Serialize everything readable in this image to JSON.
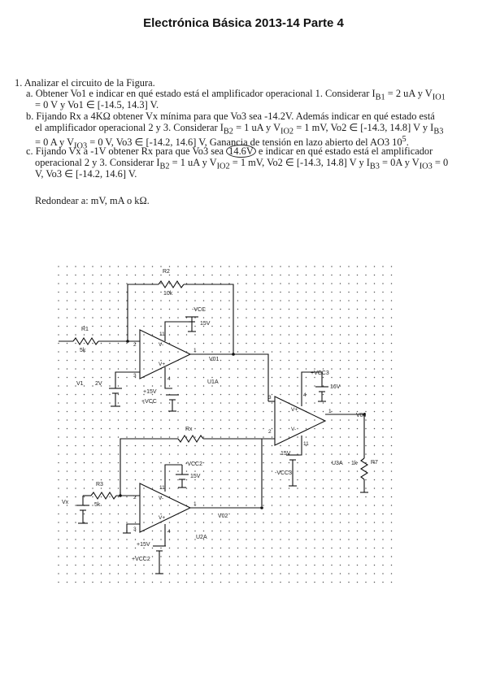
{
  "header": {
    "title": "Electrónica Básica 2013-14 Parte 4"
  },
  "problem": {
    "intro": "1.  Analizar el circuito de la Figura.",
    "a_line1": "a. Obtener Vo1 e indicar en qué estado está el amplificador operacional 1. Considerar I",
    "a_line2": "= 0 V y Vo1 ∈ [-14.5, 14.3] V.",
    "b_line1": "b. Fijando Rx a 4KΩ obtener  Vx mínima para que Vo3 sea -14.2V. Además  indicar en qué estado está",
    "b_line2": "el amplificador  operacional 2 y 3. Considerar I",
    "b_line3": "= 0 A y V",
    "c_line1": "c. Fijando Vx a -1V obtener  Rx para que Vo3 sea",
    "c_line2": "operacional 2 y 3. Considerar I",
    "c_line3": "V, Vo3 ∈ [-14.2, 14.6] V.",
    "rounding": "Redondear a: mV,  mA o kΩ."
  },
  "circuit": {
    "r2": "R2",
    "r2_val": "10k",
    "r1": "R1",
    "r1_val": "5k",
    "r3": "R3",
    "r3_val": "5k",
    "rx": "Rx",
    "r7": "R7",
    "r7_val": "1k",
    "v1": "V1",
    "v1_val": "2V",
    "vx": "Vx",
    "u1": "U1A",
    "u2": "U2A",
    "u3": "U3A",
    "vo1": "V01",
    "vo2": "V02",
    "vo3": "V03",
    "vcc_neg": "-VCC",
    "vcc_pos": "+VCC",
    "v15": "15V",
    "p15v": "+15V",
    "vcc2_neg": "-VCC2",
    "vcc2_pos": "+VCC2",
    "vcc3_pos": "+VCC3",
    "vcc3_neg": "-VCC3",
    "v16": "16V",
    "m15v": "15V",
    "pin_2": "2",
    "pin_3": "3",
    "pin_4": "4",
    "pin_11": "11",
    "pin_1": "1",
    "vp": "V+",
    "vm": "V-"
  }
}
